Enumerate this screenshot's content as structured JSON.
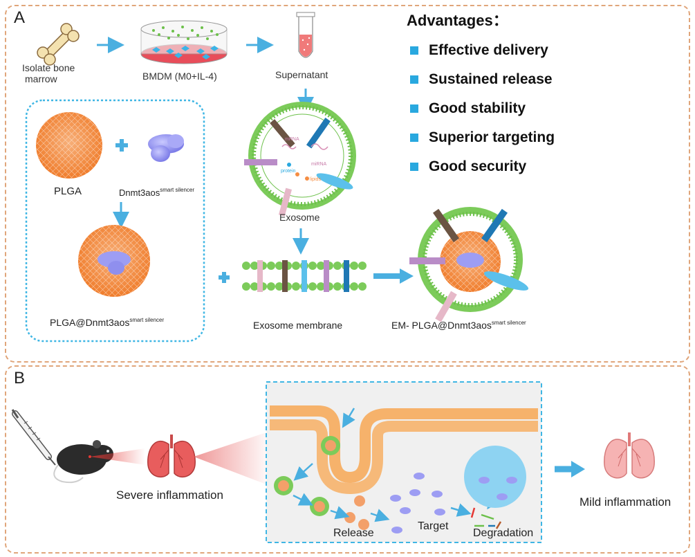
{
  "panel_a": {
    "letter": "A",
    "steps": {
      "bone": "Isolate bone",
      "bone_line2": "marrow",
      "bmdm": "BMDM (M0+IL-4)",
      "supernatant": "Supernatant",
      "exosome": "Exosome",
      "plga": "PLGA",
      "silencer": "Dnmt3aos",
      "silencer_sup": "smart silencer",
      "loaded": "PLGA@Dnmt3aos",
      "loaded_sup": "smart silencer",
      "membrane": "Exosome membrane",
      "final": "EM- PLGA@Dnmt3aos",
      "final_sup": "smart silencer"
    },
    "exosome_cargo": [
      "mRNA",
      "protein",
      "miRNA",
      "lipids"
    ],
    "advantages": {
      "title": "Advantages：",
      "items": [
        "Effective delivery",
        "Sustained release",
        "Good stability",
        "Superior targeting",
        "Good security"
      ]
    }
  },
  "panel_b": {
    "letter": "B",
    "severe": "Severe inflammation",
    "mild": "Mild inflammation",
    "release": "Release",
    "target": "Target",
    "degradation": "Degradation"
  },
  "colors": {
    "frame": "#e0a57a",
    "arrow": "#4aafe0",
    "plga": "#f08a3c",
    "membrane_green": "#6cc04a",
    "silencer": "#8e8ef0",
    "dashed_blue": "#3fb6e4",
    "bullet": "#29a8df"
  }
}
